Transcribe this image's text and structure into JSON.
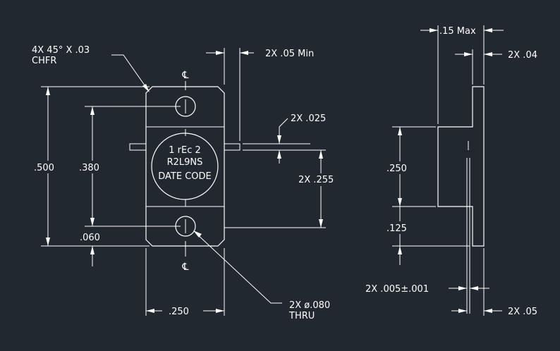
{
  "theme": {
    "background": "#212830",
    "line": "#ffffff"
  },
  "front_view": {
    "chamfer_note_1": "4X 45° X .03",
    "chamfer_note_2": "CHFR",
    "lead_min_width": "2X .05 Min",
    "lead_thickness": "2X .025",
    "lead_height": "2X .255",
    "overall_height": ".500",
    "hole_spacing": ".380",
    "bottom_offset": ".060",
    "width": ".250",
    "hole_note_1": "2X ø.080",
    "hole_note_2": "THRU",
    "centerline_symbol": "℄",
    "marking_line_1": "1 rEc 2",
    "marking_line_2": "R2L9NS",
    "marking_line_3": "DATE CODE"
  },
  "side_view": {
    "max_thickness": ".15 Max",
    "flange_thickness": "2X .04",
    "body_height": ".250",
    "step_height": ".125",
    "lead_gap": "2X .005±.001",
    "lead_width": "2X .05"
  }
}
